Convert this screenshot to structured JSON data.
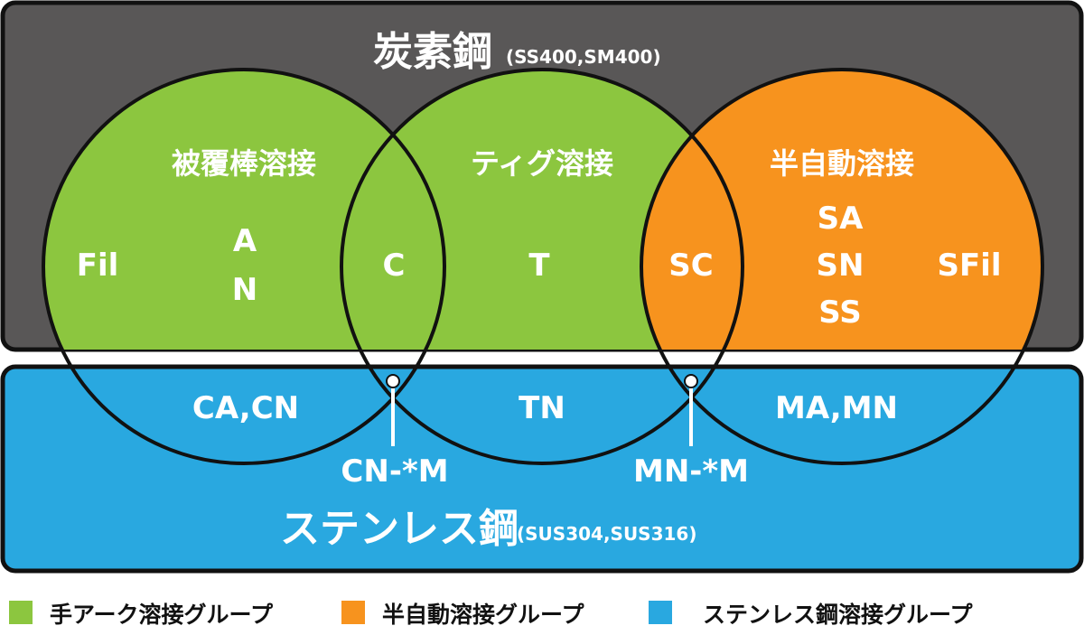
{
  "colors": {
    "carbon_box": "#595757",
    "stainless_box": "#29a8e0",
    "green": "#8cc63f",
    "orange": "#f7931e",
    "outline": "#111111",
    "text_light": "#ffffff",
    "text_dark": "#111111"
  },
  "carbon_steel": {
    "title": "炭素鋼",
    "grades": "(SS400,SM400)"
  },
  "stainless_steel": {
    "title": "ステンレス鋼",
    "grades": "(SUS304,SUS316)"
  },
  "circles": {
    "coated": {
      "title": "被覆棒溶接",
      "codes": [
        "Fil",
        "A",
        "N"
      ]
    },
    "overlap_coated_tig": {
      "code": "C"
    },
    "tig": {
      "title": "ティグ溶接",
      "code": "T"
    },
    "overlap_tig_semi": {
      "code": "SC"
    },
    "semi_auto": {
      "title": "半自動溶接",
      "codes": [
        "SA",
        "SN",
        "SS",
        "SFil"
      ]
    }
  },
  "stainless_codes": {
    "coated": "CA,CN",
    "tig": "TN",
    "semi_auto": "MA,MN",
    "callout_left": "CN-*M",
    "callout_right": "MN-*M"
  },
  "legend": [
    {
      "label": "手アーク溶接グループ",
      "color": "#8cc63f"
    },
    {
      "label": "半自動溶接グループ",
      "color": "#f7931e"
    },
    {
      "label": "ステンレス鋼溶接グループ",
      "color": "#29a8e0"
    }
  ]
}
